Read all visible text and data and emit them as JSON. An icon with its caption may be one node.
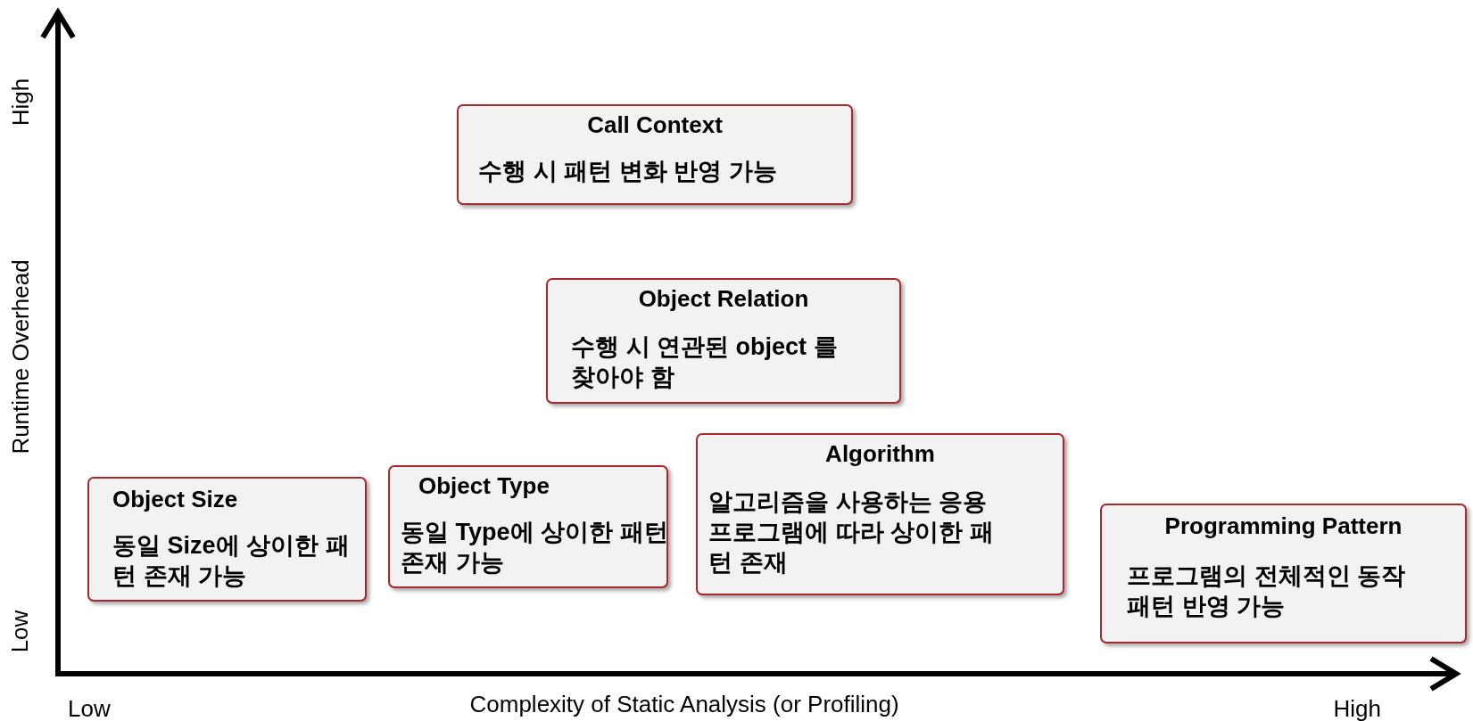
{
  "diagram": {
    "nodes": [
      {
        "text": [
          "Call Context",
          "수행 시 패턴 변화 반영 가능"
        ]
      },
      {
        "text": [
          "Object Relation",
          "수행 시 연관된 object 를 찾아야 함"
        ]
      },
      {
        "text": [
          "Object Size",
          "동일 Size에 상이한 패턴 존재 가능"
        ]
      },
      {
        "text": [
          "Object Type",
          "동일 Type에 상이한 패턴 존재 가능"
        ]
      },
      {
        "text": [
          "Algorithm",
          "알고리즘을 사용하는 응용프로그램에 따라 상이한 패턴 존재"
        ]
      },
      {
        "text": [
          "Programming Pattern",
          "프로그램의 전체적인 동작 패턴 반영 가능"
        ]
      }
    ],
    "labels": [
      "High",
      "Runtime Overhead",
      "Low",
      "Low",
      "Complexity of Static Analysis (or Profiling)",
      "High"
    ]
  }
}
